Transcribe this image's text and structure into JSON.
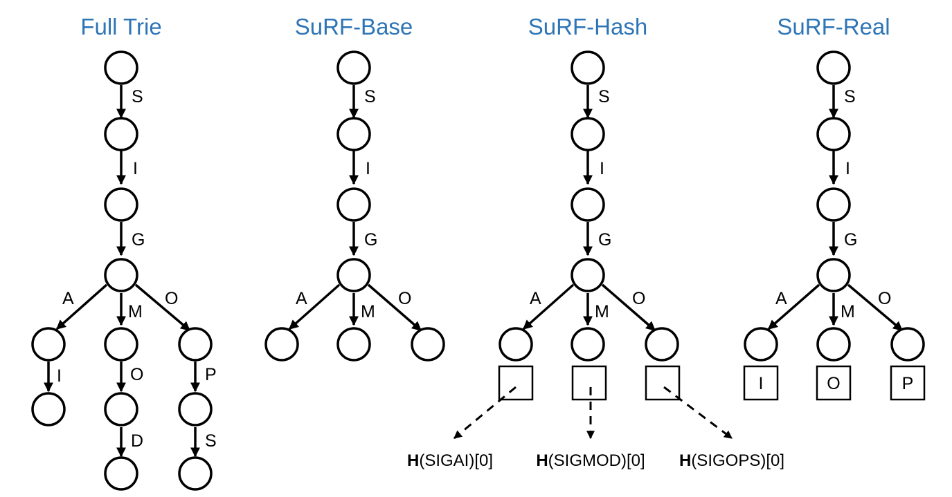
{
  "panels": [
    {
      "id": "full-trie",
      "title": "Full Trie",
      "edges": [
        {
          "label": "S"
        },
        {
          "label": "I"
        },
        {
          "label": "G"
        },
        {
          "label": "A"
        },
        {
          "label": "M"
        },
        {
          "label": "O"
        },
        {
          "label": "I"
        },
        {
          "label": "O"
        },
        {
          "label": "P"
        },
        {
          "label": "D"
        },
        {
          "label": "S"
        }
      ]
    },
    {
      "id": "surf-base",
      "title": "SuRF-Base",
      "edges": [
        {
          "label": "S"
        },
        {
          "label": "I"
        },
        {
          "label": "G"
        },
        {
          "label": "A"
        },
        {
          "label": "M"
        },
        {
          "label": "O"
        }
      ]
    },
    {
      "id": "surf-hash",
      "title": "SuRF-Hash",
      "edges": [
        {
          "label": "S"
        },
        {
          "label": "I"
        },
        {
          "label": "G"
        },
        {
          "label": "A"
        },
        {
          "label": "M"
        },
        {
          "label": "O"
        }
      ],
      "hash_labels": [
        {
          "fn": "H",
          "arg": "(SIGAI)[0]"
        },
        {
          "fn": "H",
          "arg": "(SIGMOD)[0]"
        },
        {
          "fn": "H",
          "arg": "(SIGOPS)[0]"
        }
      ]
    },
    {
      "id": "surf-real",
      "title": "SuRF-Real",
      "edges": [
        {
          "label": "S"
        },
        {
          "label": "I"
        },
        {
          "label": "G"
        },
        {
          "label": "A"
        },
        {
          "label": "M"
        },
        {
          "label": "O"
        }
      ],
      "boxes": [
        {
          "label": "I"
        },
        {
          "label": "O"
        },
        {
          "label": "P"
        }
      ]
    }
  ]
}
